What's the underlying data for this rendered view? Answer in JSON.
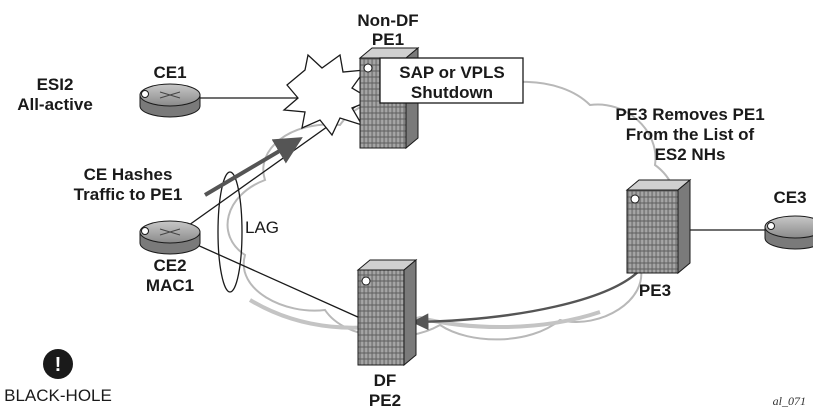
{
  "labels": {
    "non_df_line1": "Non-DF",
    "non_df_line2": "PE1",
    "callout_line1": "SAP or VPLS",
    "callout_line2": "Shutdown",
    "esi_line1": "ESI2",
    "esi_line2": "All-active",
    "ce1": "CE1",
    "hash_line1": "CE Hashes",
    "hash_line2": "Traffic to PE1",
    "lag": "LAG",
    "ce2_line1": "CE2",
    "ce2_line2": "MAC1",
    "pe3_note_line1": "PE3 Removes PE1",
    "pe3_note_line2": "From the List of",
    "pe3_note_line3": "ES2 NHs",
    "ce3": "CE3",
    "pe3": "PE3",
    "df_line1": "DF",
    "df_line2": "PE2",
    "legend_icon": "!",
    "legend_label": "BLACK-HOLE",
    "figure_ref": "al_071"
  },
  "icons": {
    "router": "router-disc-icon",
    "switch": "pe-chassis-icon",
    "failure": "explosion-icon",
    "blackhole": "exclamation-icon"
  },
  "colors": {
    "ink": "#1a1a1a",
    "cloud": "#b8b8b8",
    "arrow": "#555555",
    "router": "#8e8e8e",
    "switch": "#9a9a9a"
  }
}
